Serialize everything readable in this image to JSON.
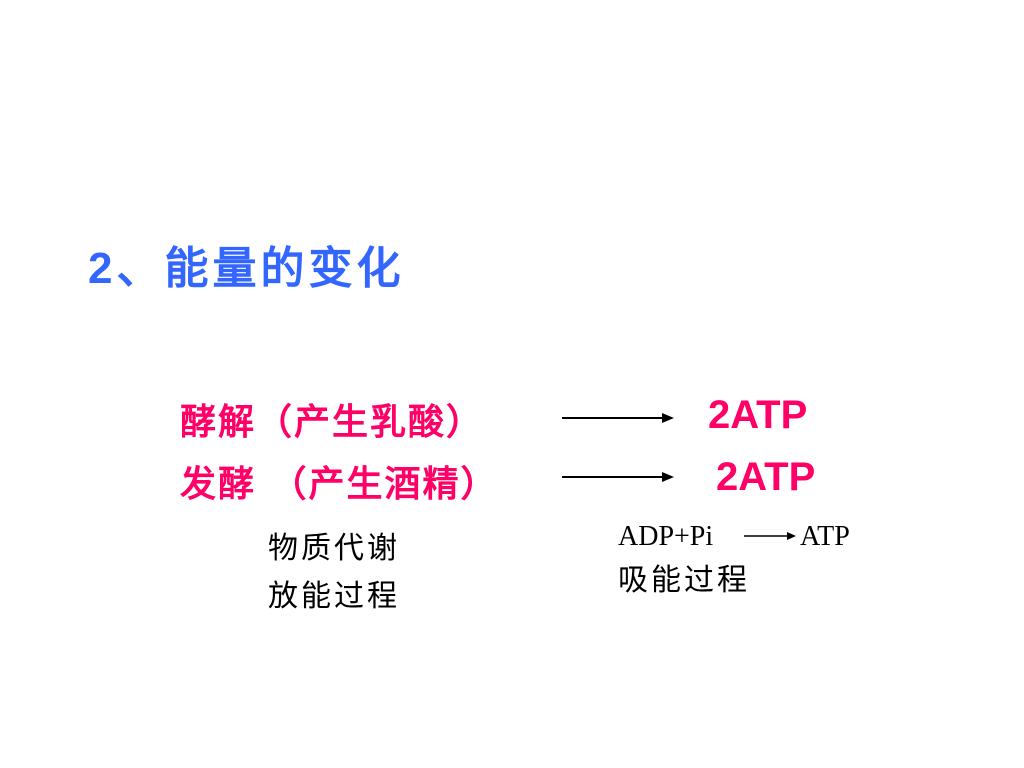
{
  "colors": {
    "title": "#3366ff",
    "highlight": "#ff0066",
    "text": "#000000"
  },
  "title": {
    "number": "2",
    "text": "、能量的变化"
  },
  "reactions": [
    {
      "label": "酵解（产生乳酸）",
      "product": "2ATP"
    },
    {
      "label": "发酵 （产生酒精）",
      "product": "2ATP"
    }
  ],
  "release_note": {
    "line1": "物质代谢",
    "line2": "放能过程"
  },
  "absorb": {
    "reactant": "ADP+Pi",
    "product": "ATP",
    "note": "吸能过程"
  }
}
